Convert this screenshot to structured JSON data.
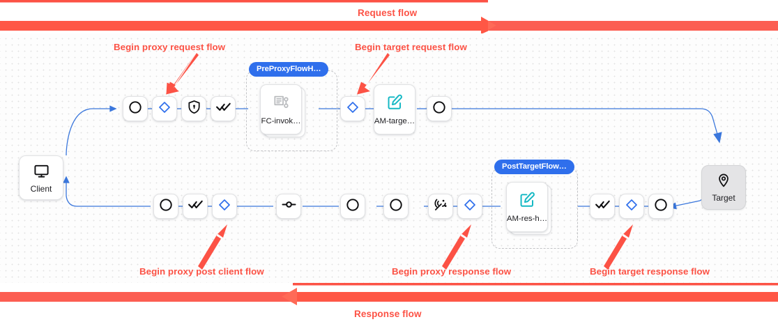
{
  "banners": {
    "request": {
      "label": "Request flow",
      "color": "#fc5245"
    },
    "response": {
      "label": "Response flow",
      "color": "#fc5245"
    }
  },
  "annotations": [
    {
      "id": "begin-proxy-request-flow",
      "label": "Begin proxy request flow"
    },
    {
      "id": "begin-target-request-flow",
      "label": "Begin target request flow"
    },
    {
      "id": "begin-proxy-post-client-flow",
      "label": "Begin proxy post client flow"
    },
    {
      "id": "begin-proxy-response-flow",
      "label": "Begin proxy response flow"
    },
    {
      "id": "begin-target-response-flow",
      "label": "Begin target response flow"
    }
  ],
  "endpoints": {
    "client": {
      "label": "Client",
      "icon": "monitor-icon"
    },
    "target": {
      "label": "Target",
      "icon": "location-pin-icon"
    }
  },
  "hook_groups": [
    {
      "id": "pre-proxy-flow-hook",
      "pill": "PreProxyFlowH…",
      "policy": {
        "label": "FC-invok…",
        "icon": "flow-callout-icon"
      }
    },
    {
      "id": "post-target-flow-hook",
      "pill": "PostTargetFlow…",
      "policy": {
        "label": "AM-res-h…",
        "icon": "assign-message-icon"
      }
    }
  ],
  "request_row": {
    "nodes": [
      {
        "id": "req-endpoint-start",
        "icon": "circle-outline-icon"
      },
      {
        "id": "req-proxy-flow-start",
        "icon": "blue-diamond-icon"
      },
      {
        "id": "req-security-policy",
        "icon": "shield-lock-icon"
      },
      {
        "id": "req-verify-policy",
        "icon": "double-check-icon"
      },
      {
        "id": "req-target-flow-start",
        "icon": "blue-diamond-icon"
      },
      {
        "id": "req-assign-message",
        "icon": "assign-message-icon",
        "label": "AM-targe…"
      },
      {
        "id": "req-endpoint-end",
        "icon": "circle-outline-icon"
      }
    ]
  },
  "response_row": {
    "nodes": [
      {
        "id": "res-endpoint-client",
        "icon": "circle-outline-icon"
      },
      {
        "id": "res-verify-policy",
        "icon": "double-check-icon"
      },
      {
        "id": "res-post-client-flow-start",
        "icon": "blue-diamond-icon"
      },
      {
        "id": "res-connector",
        "icon": "line-node-icon"
      },
      {
        "id": "res-endpoint-a",
        "icon": "circle-outline-icon"
      },
      {
        "id": "res-endpoint-b",
        "icon": "circle-outline-icon"
      },
      {
        "id": "res-broadcast",
        "icon": "antenna-signal-icon"
      },
      {
        "id": "res-proxy-response-flow-start",
        "icon": "blue-diamond-icon"
      },
      {
        "id": "res-target-verify",
        "icon": "double-check-icon"
      },
      {
        "id": "res-target-response-flow-start",
        "icon": "blue-diamond-icon"
      },
      {
        "id": "res-target-endpoint",
        "icon": "circle-outline-icon"
      }
    ]
  },
  "colors": {
    "edge": "#3b77dc",
    "diamond": "#2f6fec",
    "accent_red": "#fc5245",
    "pill_blue": "#2f6fec",
    "teal": "#14b8c4"
  }
}
